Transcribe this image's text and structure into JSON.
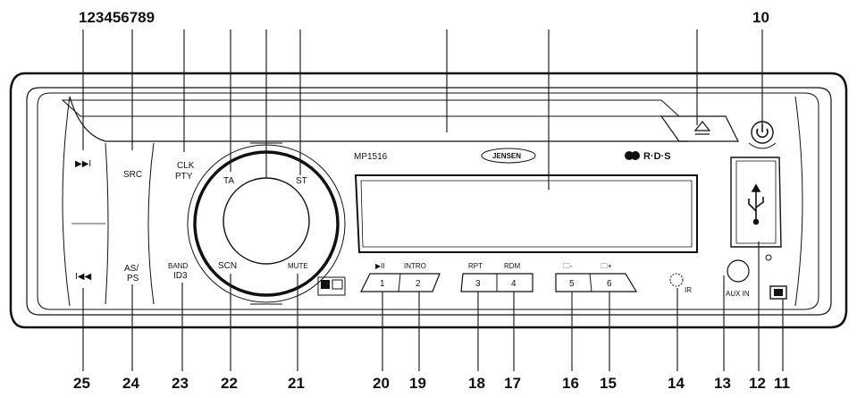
{
  "top_numbers": "123456789",
  "top_number_right": "10",
  "bottom_numbers": [
    "25",
    "24",
    "23",
    "22",
    "21",
    "20",
    "19",
    "18",
    "17",
    "16",
    "15",
    "14",
    "13",
    "12",
    "11"
  ],
  "panel": {
    "model": "MP1516",
    "brand": "JENSEN",
    "logo_rds": "R·D·S",
    "button_labels": {
      "src": "SRC",
      "clk": "CLK",
      "pty": "PTY",
      "ta": "TA",
      "st": "ST",
      "as": "AS/",
      "ps": "PS",
      "band": "BAND",
      "id3": "ID3",
      "scn": "SCN",
      "mute": "MUTE",
      "play_pause": "▶II",
      "intro": "INTRO",
      "rpt": "RPT",
      "rdm": "RDM",
      "folder_down": "🗀-",
      "folder_up": "🗀+",
      "ir": "IR",
      "aux_in": "AUX IN",
      "preset_1": "1",
      "preset_2": "2",
      "preset_3": "3",
      "preset_4": "4",
      "preset_5": "5",
      "preset_6": "6"
    }
  }
}
